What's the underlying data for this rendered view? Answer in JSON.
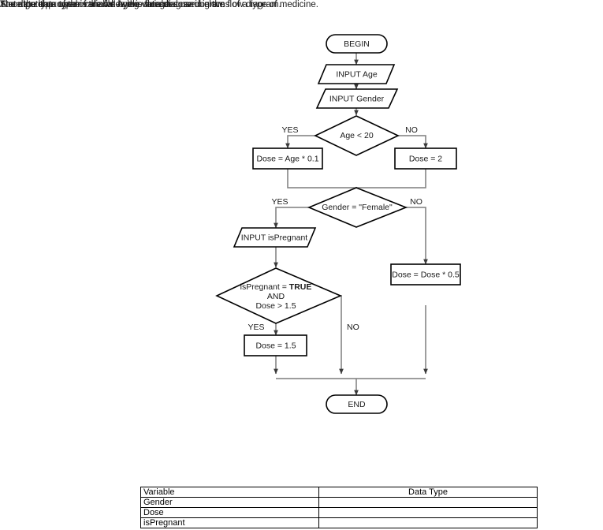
{
  "intro": {
    "line1": "A computer program calculates the correct dose in grams of a type of medicine.",
    "line2": "The algorithm used is shown by the flow diagram below."
  },
  "flowchart": {
    "nodes": {
      "begin": "BEGIN",
      "input_age": "INPUT Age",
      "input_gender": "INPUT Gender",
      "decision_age": "Age < 20",
      "dose_age": "Dose = Age * 0.1",
      "dose_two": "Dose = 2",
      "decision_gender": "Gender = \"Female\"",
      "input_is_pregnant": "INPUT isPregnant",
      "dose_half": "Dose = Dose * 0.5",
      "decision_pregnant_line1_prefix": "isPregnant = ",
      "decision_pregnant_line1_bold": "TRUE",
      "decision_pregnant_line2": "AND",
      "decision_pregnant_line3": "Dose > 1.5",
      "dose_limit": "Dose = 1.5",
      "end": "END"
    },
    "branch_labels": {
      "age_yes": "YES",
      "age_no": "NO",
      "gender_yes": "YES",
      "gender_no": "NO",
      "pregnant_yes": "YES",
      "pregnant_no": "NO"
    },
    "colors": {
      "shape_stroke": "#000000",
      "connector_stroke": "#7d7d7d",
      "arrow_fill": "#3a3a3a",
      "shape_fill": "#ffffff",
      "text": "#1a1a1a"
    }
  },
  "closing": {
    "line1": "The data type of the variable Age is Integer.",
    "line2": "State the data type of the following variables used in the flow diagram."
  },
  "table": {
    "headers": [
      "Variable",
      "Data Type"
    ],
    "rows": [
      {
        "variable": "Gender",
        "data_type": ""
      },
      {
        "variable": "Dose",
        "data_type": ""
      },
      {
        "variable": "isPregnant",
        "data_type": ""
      }
    ]
  }
}
